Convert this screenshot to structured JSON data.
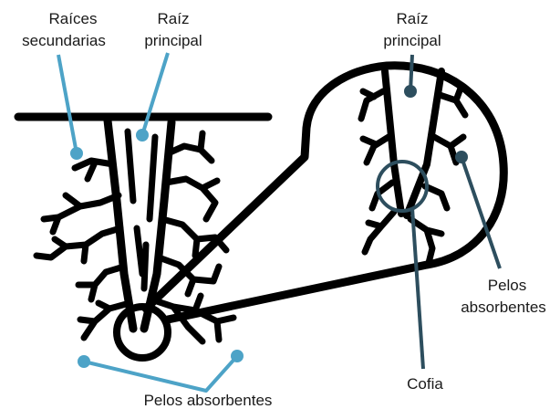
{
  "labels": {
    "secondary_roots_line1": "Raíces",
    "secondary_roots_line2": "secundarias",
    "main_root_left_line1": "Raíz",
    "main_root_left_line2": "principal",
    "main_root_right_line1": "Raíz",
    "main_root_right_line2": "principal",
    "absorbent_hairs_bottom": "Pelos absorbentes",
    "absorbent_hairs_right_line1": "Pelos",
    "absorbent_hairs_right_line2": "absorbentes",
    "root_cap": "Cofia"
  },
  "colors": {
    "line": "#000000",
    "light_pointer": "#4da3c7",
    "dark_pointer": "#2d4e5e",
    "text": "#1a1a1a"
  }
}
